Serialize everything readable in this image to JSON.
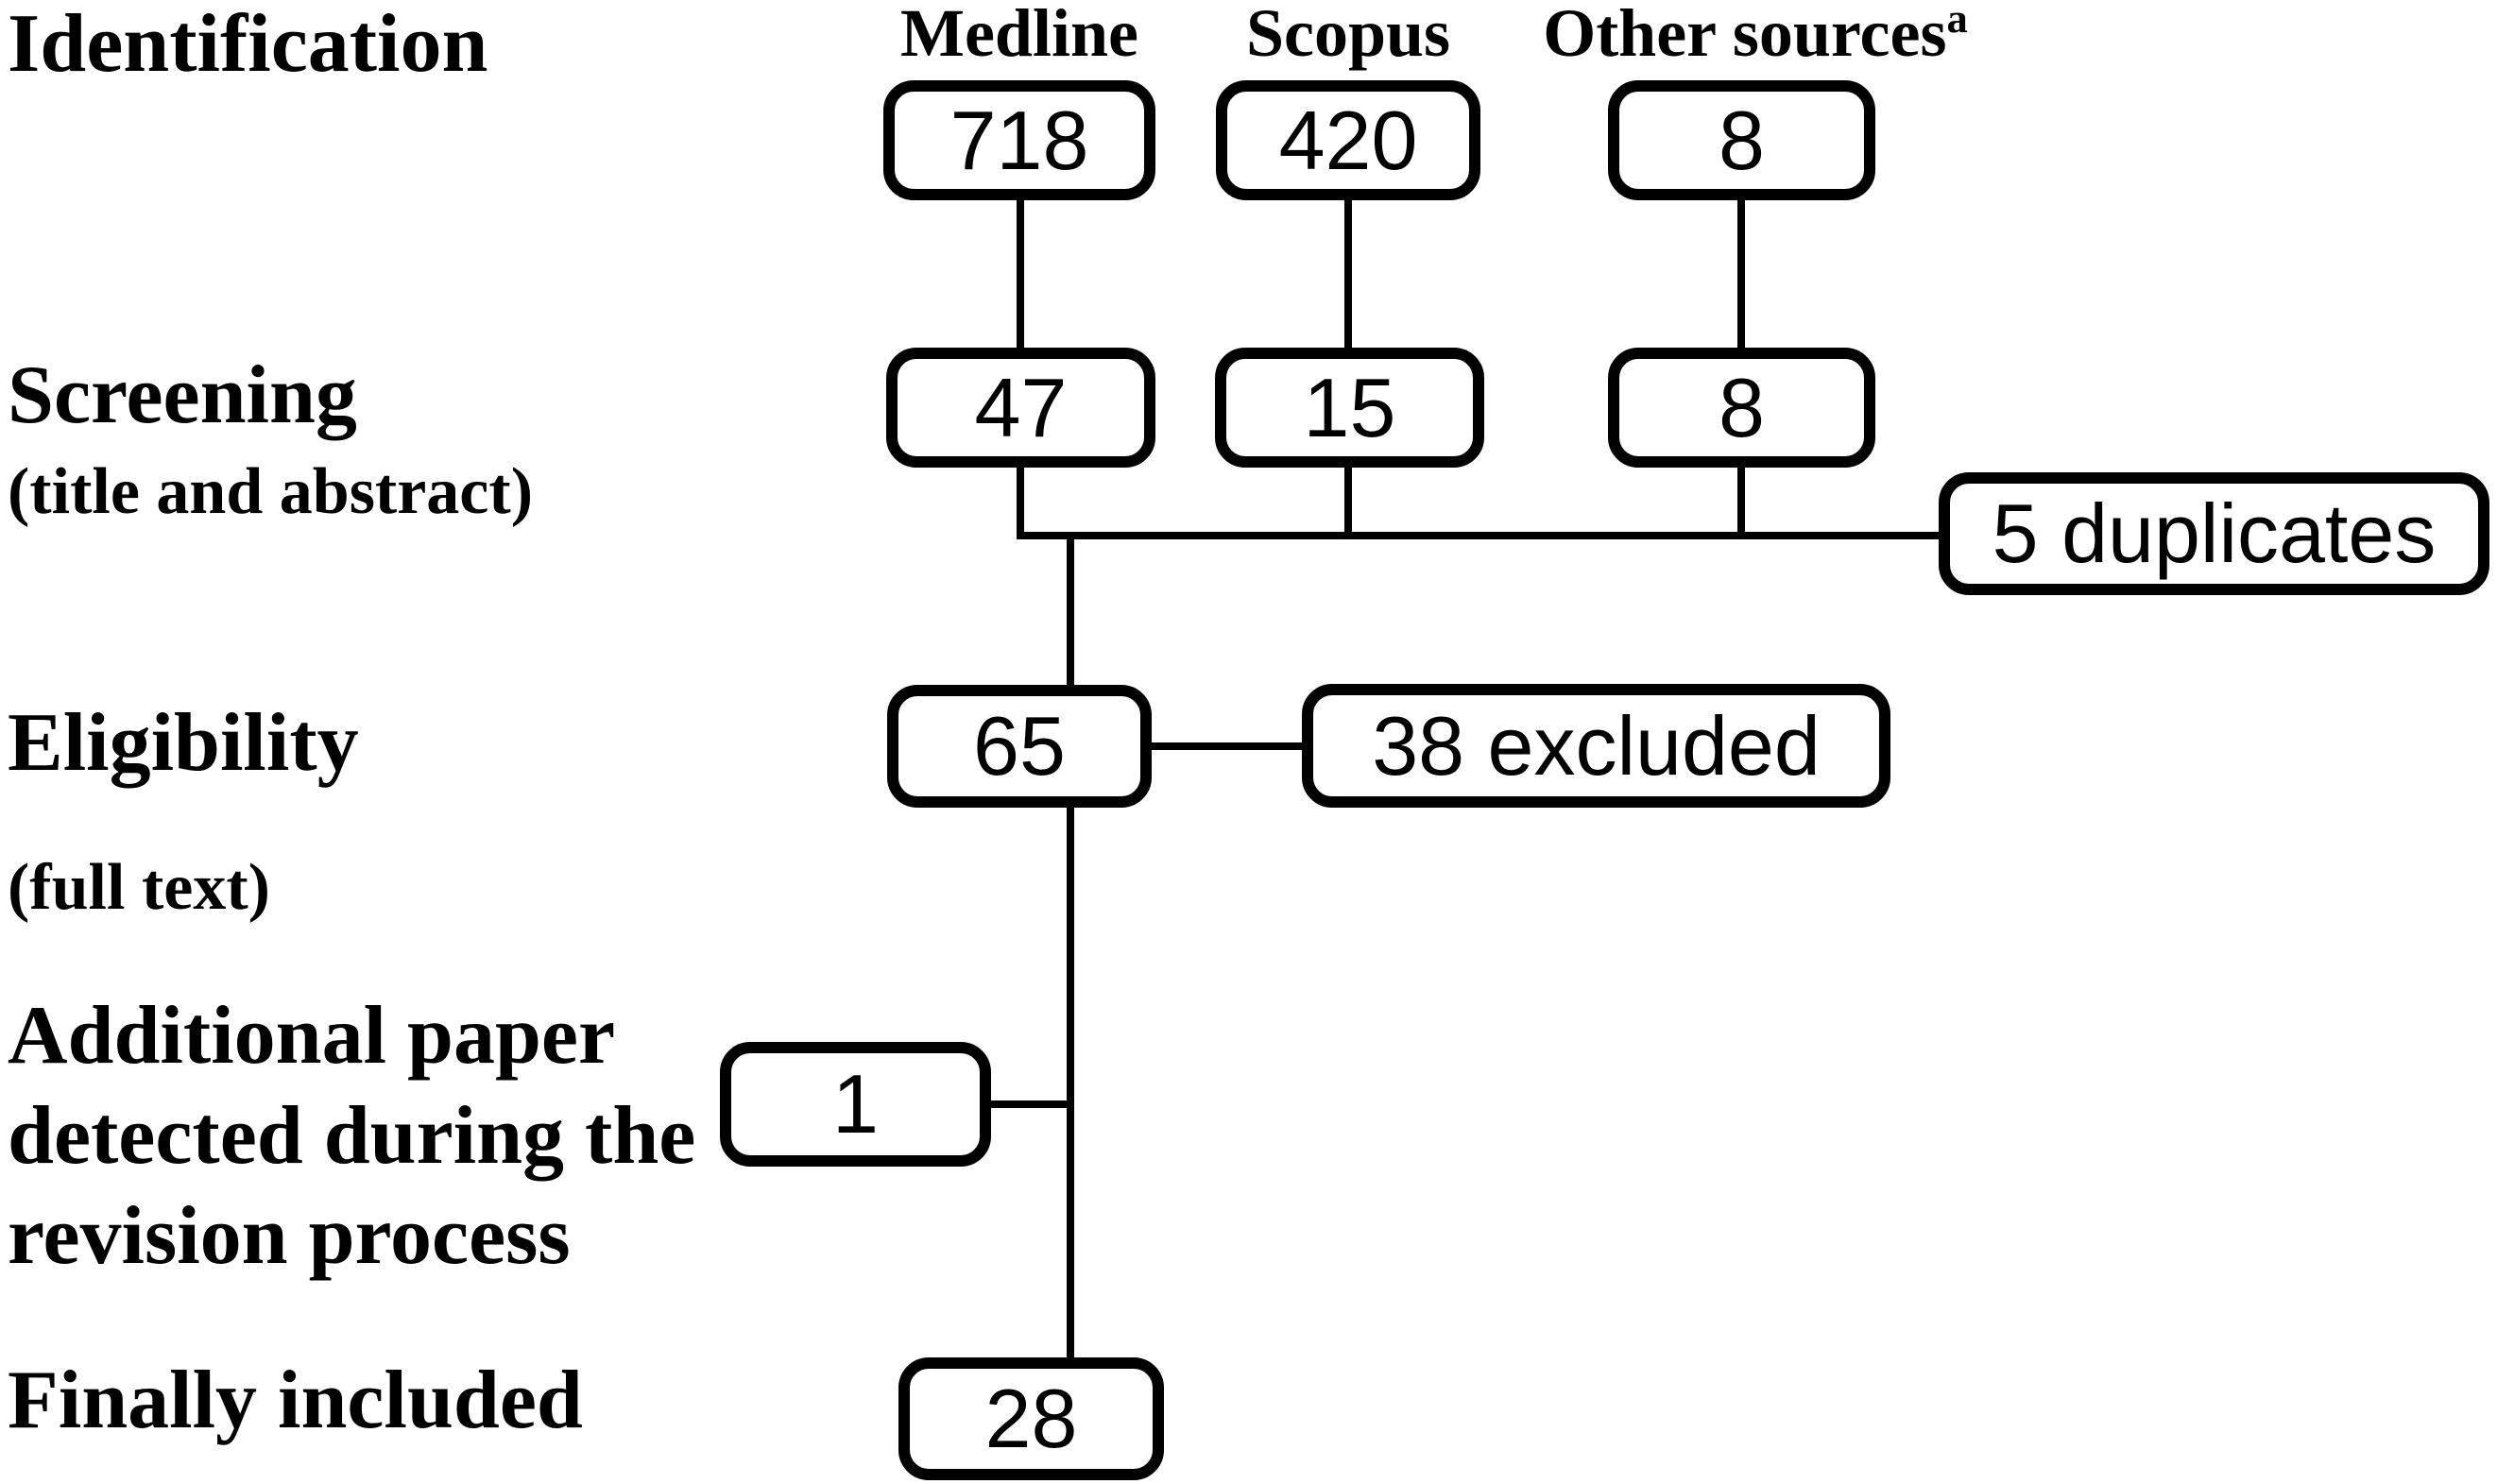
{
  "figure": {
    "type": "literature-screening-flow-diagram",
    "background_color": "#ffffff",
    "ink_color": "#000000"
  },
  "stage_labels": [
    {
      "lines": [
        "Identification"
      ]
    },
    {
      "lines": [
        "Screening",
        "(title and abstract)"
      ]
    },
    {
      "lines": [
        "Eligibility",
        "(full text)"
      ]
    },
    {
      "lines": [
        "Additional paper",
        "detected during the",
        "revision process"
      ]
    },
    {
      "lines": [
        "Finally included"
      ]
    }
  ],
  "sources": [
    {
      "name": "Medline",
      "superscript": "",
      "identified": "718",
      "screened": "47"
    },
    {
      "name": "Scopus",
      "superscript": "",
      "identified": "420",
      "screened": "15"
    },
    {
      "name": "Other sources",
      "superscript": "a",
      "identified": "8",
      "screened": "8"
    }
  ],
  "nodes": {
    "duplicates": "5 duplicates",
    "eligible_full_text": "65",
    "excluded": "38 excluded",
    "additional_paper": "1",
    "finally_included": "28"
  }
}
